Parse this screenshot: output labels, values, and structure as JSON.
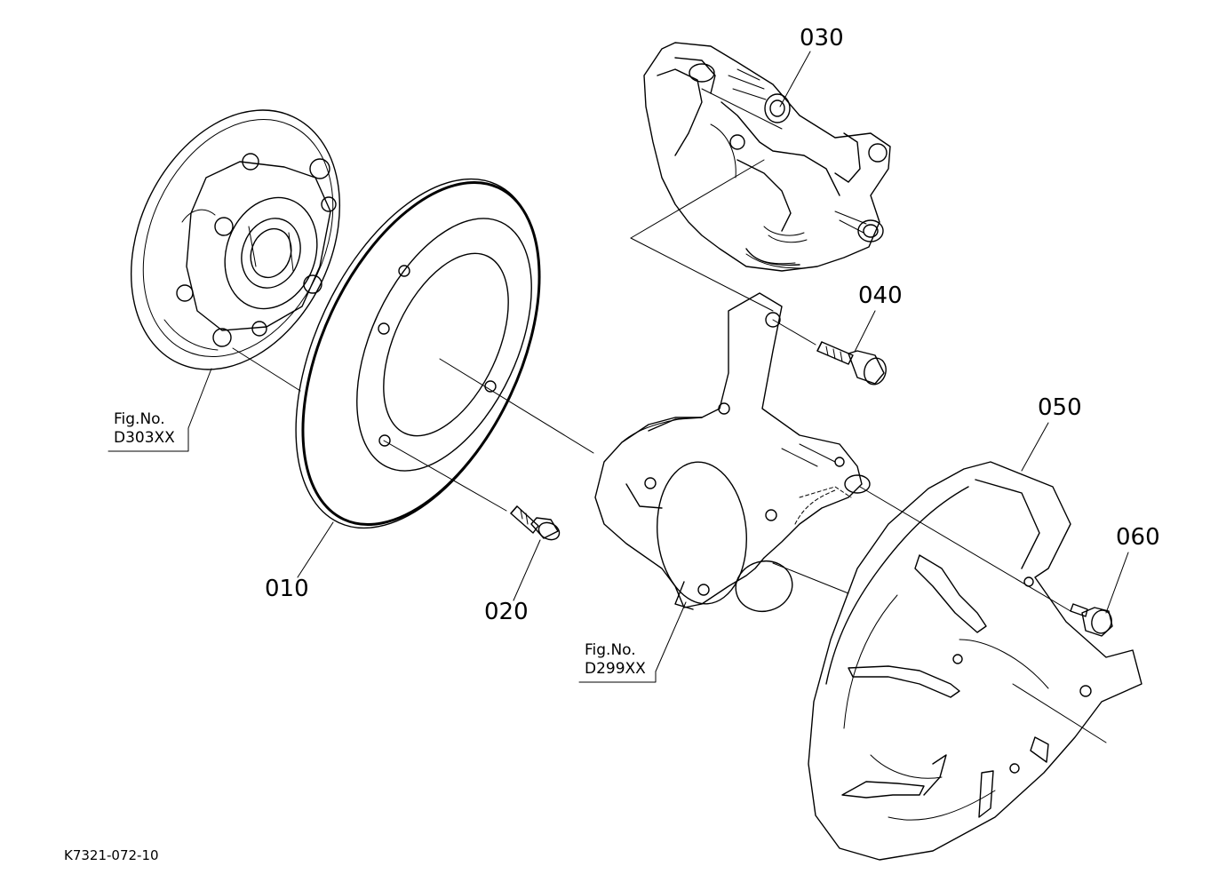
{
  "parts": {
    "p010": "010",
    "p020": "020",
    "p030": "030",
    "p040": "040",
    "p050": "050",
    "p060": "060"
  },
  "refs": {
    "hub": {
      "line1": "Fig.No.",
      "line2": "D303XX"
    },
    "axle": {
      "line1": "Fig.No.",
      "line2": "D299XX"
    }
  },
  "drawing_code": "K7321-072-10",
  "colors": {
    "line": "#000000",
    "background": "#ffffff"
  }
}
